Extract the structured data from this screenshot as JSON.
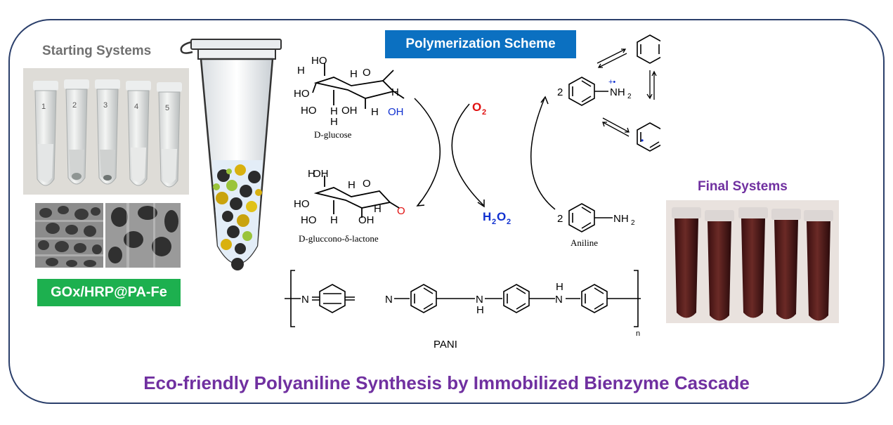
{
  "labels": {
    "starting_systems": "Starting Systems",
    "final_systems": "Final Systems",
    "polymerization_scheme": "Polymerization Scheme",
    "enzyme_system": "GOx/HRP@PA-Fe",
    "main_title": "Eco-friendly Polyaniline Synthesis by Immobilized Bienzyme Cascade"
  },
  "scheme": {
    "glucose": "D-glucose",
    "lactone": "D-gluccono-δ-lactone",
    "aniline": "Aniline",
    "pani": "PANI",
    "o2": "O",
    "o2_sub": "2",
    "h2o2_h": "H",
    "h2o2_o": "O",
    "sub_2": "2",
    "nh2": "NH",
    "coef_2": "2",
    "n_sub": "n",
    "ho": "HO",
    "oh": "OH",
    "h": "H",
    "o": "O",
    "n": "N",
    "nh": "N",
    "radical_plus": "+•",
    "plus": "+",
    "radical": "•"
  },
  "colors": {
    "frame": "#2b3f6b",
    "scheme_tag": "#0b70c1",
    "enzyme_tag": "#1db04f",
    "title_purple": "#7030a0",
    "o2_red": "#e01010",
    "h2o2_blue": "#1030d0",
    "carbonyl_red": "#e01010",
    "hydroxyl_blue": "#1030d0"
  },
  "tube_labels": [
    "1",
    "2",
    "3",
    "4",
    "5"
  ]
}
